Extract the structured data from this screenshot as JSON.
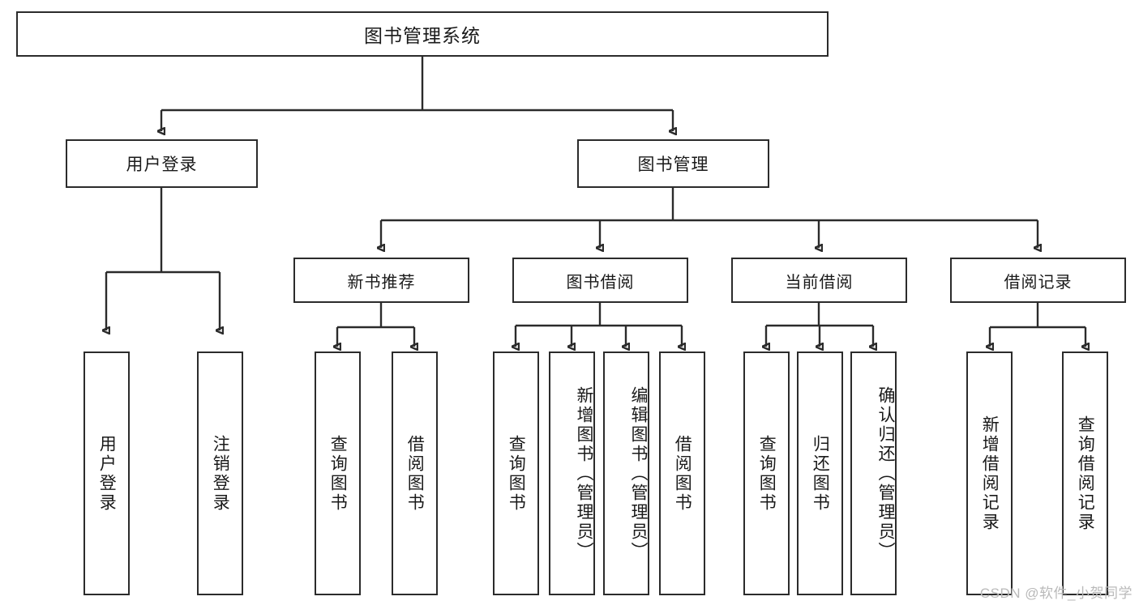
{
  "diagram": {
    "title": "图书管理系统",
    "watermark": "CSDN @软件_小贺同学",
    "colors": {
      "stroke": "#2b2b2b",
      "background": "#ffffff",
      "text": "#1a1a1a",
      "watermark": "#b9b9b9"
    },
    "root": {
      "label": "图书管理系统"
    },
    "level1": [
      {
        "label": "用户登录"
      },
      {
        "label": "图书管理"
      }
    ],
    "level2": [
      {
        "label": "新书推荐"
      },
      {
        "label": "图书借阅"
      },
      {
        "label": "当前借阅"
      },
      {
        "label": "借阅记录"
      }
    ],
    "leaves": [
      {
        "label": "用户登录"
      },
      {
        "label": "注销登录"
      },
      {
        "label": "查询图书"
      },
      {
        "label": "借阅图书"
      },
      {
        "label": "查询图书"
      },
      {
        "label": "新增图书（管理员）"
      },
      {
        "label": "编辑图书（管理员）"
      },
      {
        "label": "借阅图书"
      },
      {
        "label": "查询图书"
      },
      {
        "label": "归还图书"
      },
      {
        "label": "确认归还（管理员）"
      },
      {
        "label": "新增借阅记录"
      },
      {
        "label": "查询借阅记录"
      }
    ]
  }
}
